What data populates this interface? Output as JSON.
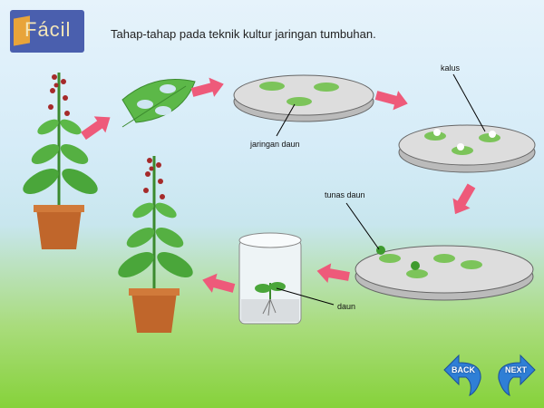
{
  "logo": {
    "text": "Fácil"
  },
  "title": "Tahap-tahap pada teknik kultur jaringan tumbuhan.",
  "labels": {
    "jaringan_daun": "jaringan daun",
    "kalus": "kalus",
    "tunas_daun": "tunas daun",
    "daun": "daun"
  },
  "nav": {
    "back": "BACK",
    "next": "NEXT"
  },
  "colors": {
    "arrow": "#ee5a7a",
    "nav": "#2f7fd6"
  }
}
